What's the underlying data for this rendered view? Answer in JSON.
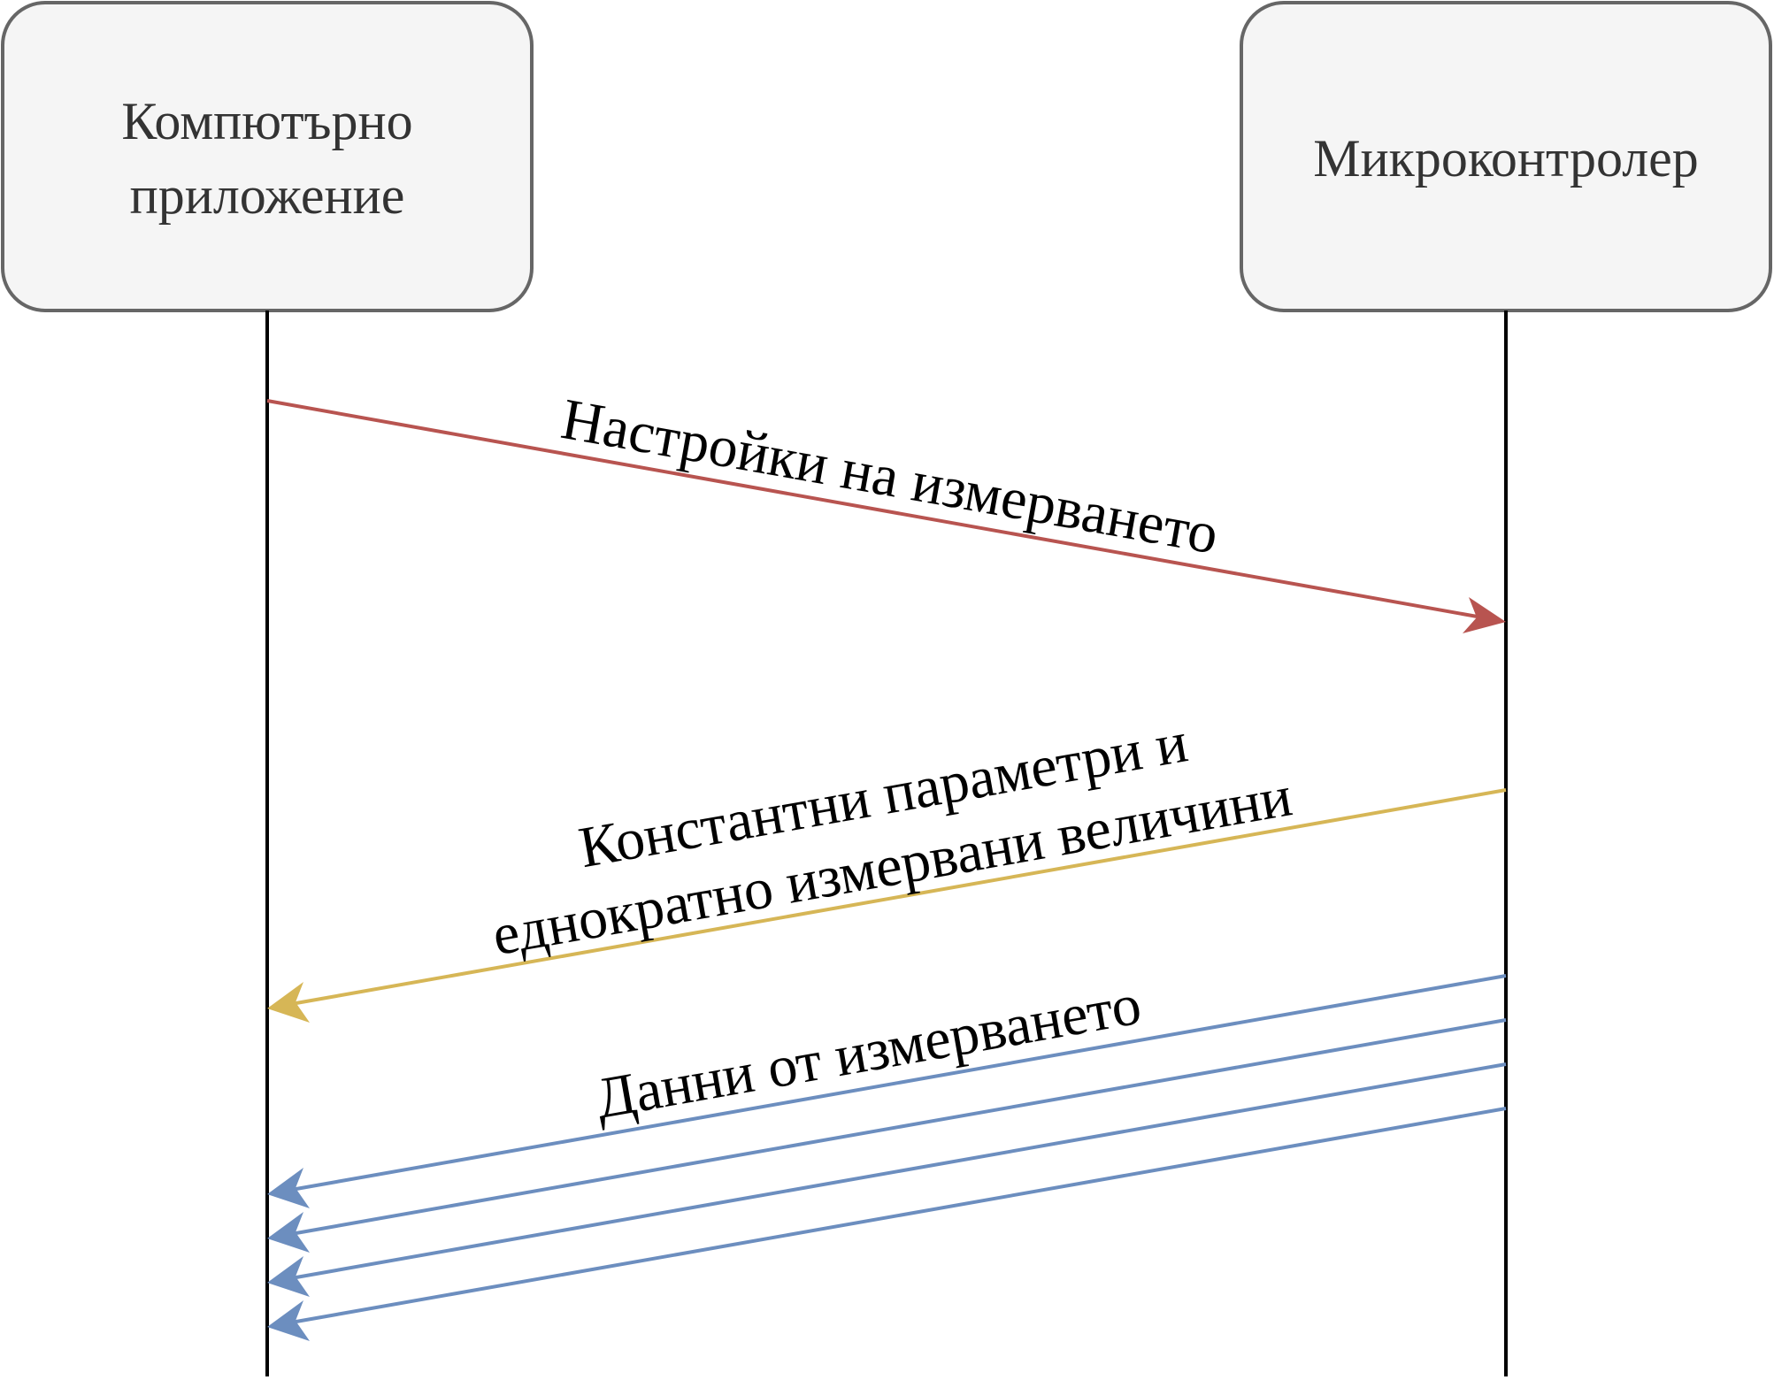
{
  "participants": {
    "left": {
      "line1": "Компютърно",
      "line2": "приложение"
    },
    "right": {
      "label": "Микроконтролер"
    }
  },
  "messages": {
    "settings": {
      "label": "Настройки на измерването",
      "color": "#b85450"
    },
    "constants": {
      "line1": "Константни параметри и",
      "line2": "еднократно измервани величини",
      "color": "#d6b656"
    },
    "data": {
      "label": "Данни от измерването",
      "color": "#6c8ebf",
      "count": 4
    }
  },
  "colors": {
    "box_fill": "#f5f5f5",
    "box_stroke": "#666666",
    "lifeline": "#000000"
  }
}
